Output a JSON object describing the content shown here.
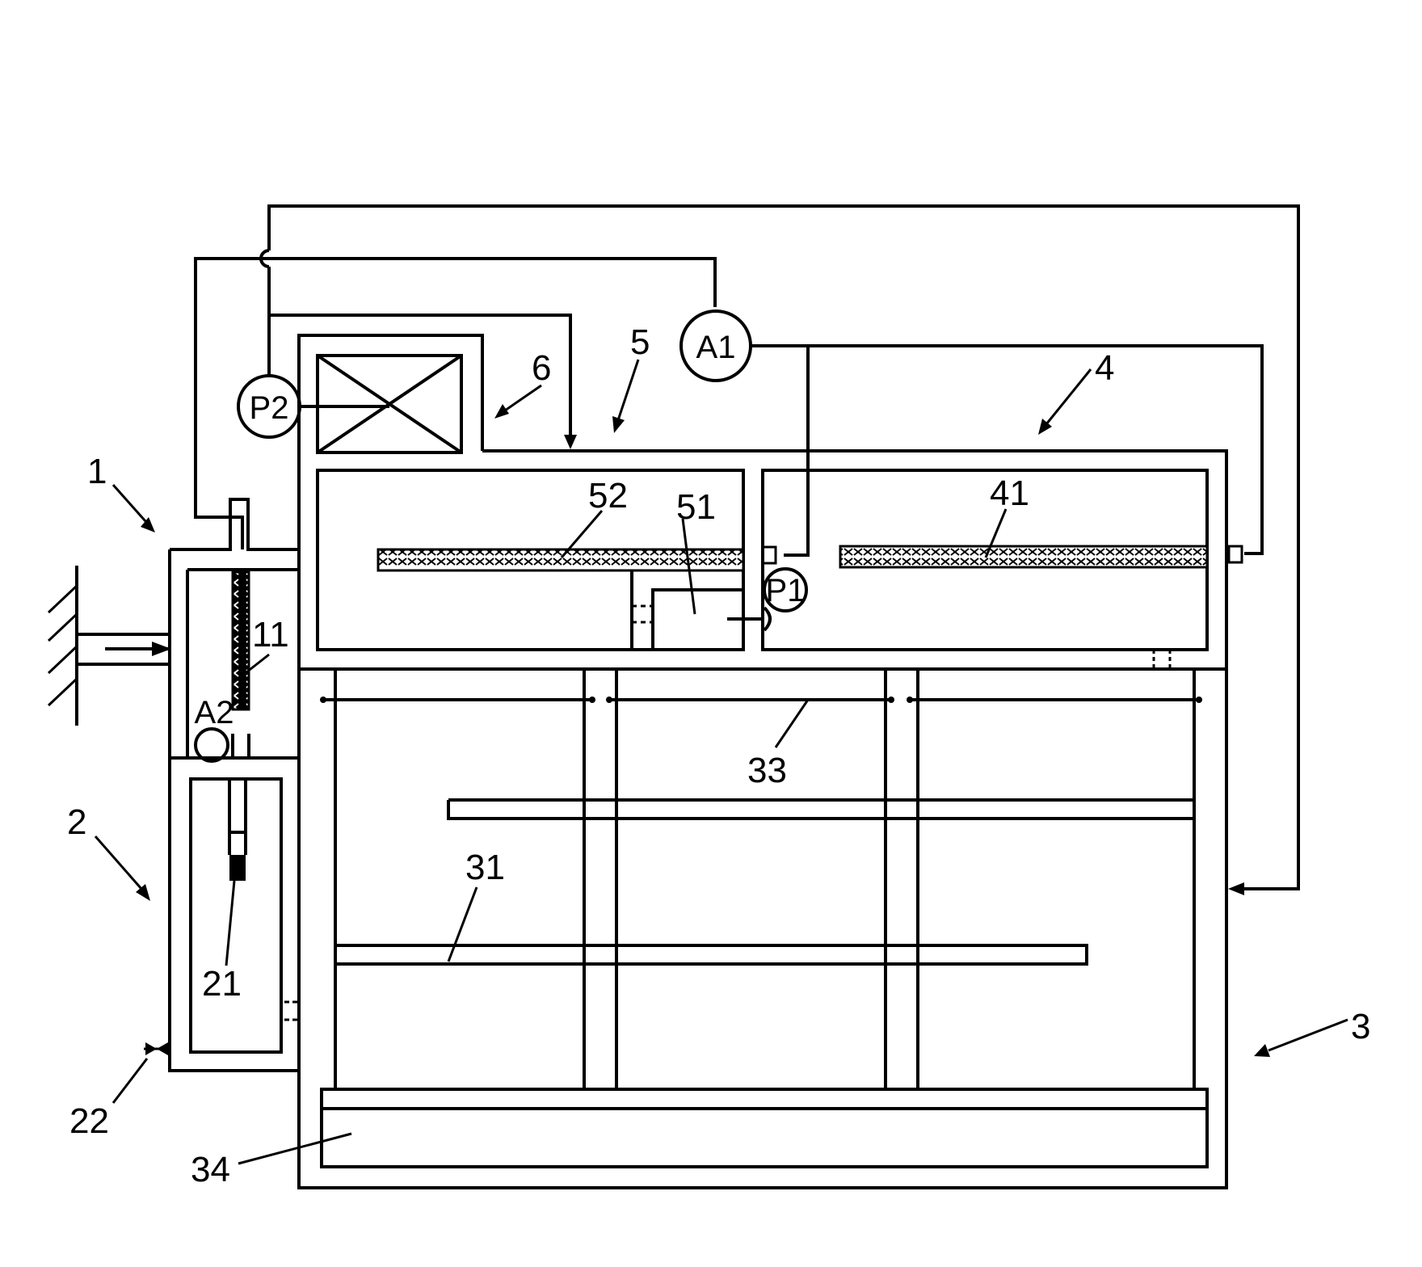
{
  "labels": {
    "l1": "1",
    "l2": "2",
    "l3": "3",
    "l4": "4",
    "l5": "5",
    "l6": "6",
    "l11": "11",
    "l21": "21",
    "l22": "22",
    "l31": "31",
    "l33": "33",
    "l34": "34",
    "l41": "41",
    "l51": "51",
    "l52": "52"
  },
  "meters": {
    "a1": "A1",
    "a2": "A2",
    "p1": "P1",
    "p2": "P2"
  }
}
